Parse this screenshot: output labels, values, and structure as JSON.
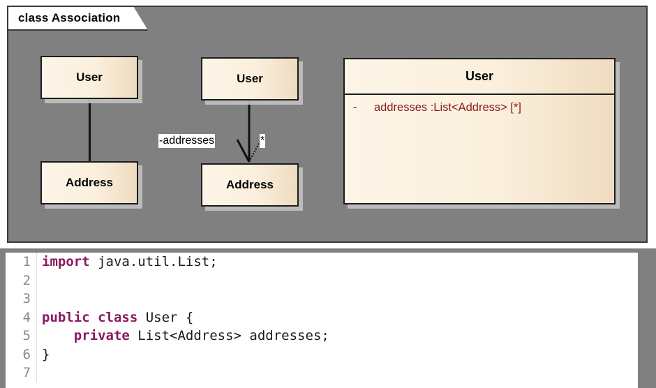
{
  "diagram": {
    "frame_label": "class Association",
    "background_color": "#808080",
    "box_fill_start": "#fdf5e8",
    "box_fill_end": "#efdcc0",
    "attribute_color": "#8b1a1a",
    "items": [
      {
        "id": "plain-association",
        "source_label": "User",
        "target_label": "Address",
        "connector": "line"
      },
      {
        "id": "directed-association",
        "source_label": "User",
        "target_label": "Address",
        "connector": "open-arrow",
        "role_label": "-addresses",
        "multiplicity_label": "*"
      }
    ],
    "attributed_class": {
      "name": "User",
      "attributes": [
        {
          "visibility": "-",
          "text": "addresses :List<Address> [*]"
        }
      ]
    }
  },
  "code": {
    "language": "java",
    "lines": [
      {
        "number": "1",
        "tokens": [
          {
            "t": "import",
            "k": true
          },
          {
            "t": " java.util.List;",
            "k": false
          }
        ]
      },
      {
        "number": "2",
        "tokens": [
          {
            "t": "",
            "k": false
          }
        ]
      },
      {
        "number": "3",
        "tokens": [
          {
            "t": "",
            "k": false
          }
        ]
      },
      {
        "number": "4",
        "tokens": [
          {
            "t": "public class",
            "k": true
          },
          {
            "t": " User {",
            "k": false
          }
        ]
      },
      {
        "number": "5",
        "tokens": [
          {
            "t": "    ",
            "k": false
          },
          {
            "t": "private",
            "k": true
          },
          {
            "t": " List<Address> addresses;",
            "k": false
          }
        ]
      },
      {
        "number": "6",
        "tokens": [
          {
            "t": "}",
            "k": false
          }
        ]
      },
      {
        "number": "7",
        "tokens": [
          {
            "t": "",
            "k": false
          }
        ]
      }
    ]
  }
}
